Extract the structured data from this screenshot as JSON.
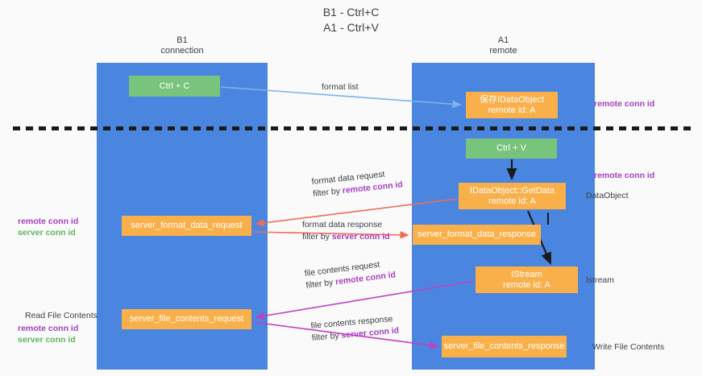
{
  "title": {
    "line1": "B1 - Ctrl+C",
    "line2": "A1 - Ctrl+V"
  },
  "lanes": [
    {
      "id": "b1",
      "name": "B1",
      "role": "connection"
    },
    {
      "id": "a1",
      "name": "A1",
      "role": "remote"
    }
  ],
  "boxes": {
    "ctrl_c": {
      "line1": "Ctrl + C",
      "line2": "",
      "color": "#78c47d"
    },
    "idataobject": {
      "line1": "保存IDataObject",
      "line2": "remote id: A",
      "color": "#fab04a"
    },
    "ctrl_v": {
      "line1": "Ctrl + V",
      "line2": "",
      "color": "#78c47d"
    },
    "getdata": {
      "line1": "IDataObject::GetData",
      "line2": "remote id: A",
      "color": "#fab04a"
    },
    "server_format_data_request": {
      "line1": "server_format_data_request",
      "line2": "",
      "color": "#fab04a"
    },
    "server_format_data_response": {
      "line1": "server_format_data_response",
      "line2": "",
      "color": "#fab04a"
    },
    "istream": {
      "line1": "IStream",
      "line2": "remote id: A",
      "color": "#fab04a"
    },
    "server_file_contents_request": {
      "line1": "server_file_contents_request",
      "line2": "",
      "color": "#fab04a"
    },
    "server_file_contents_response": {
      "line1": "server_file_contents_response",
      "line2": "",
      "color": "#fab04a"
    }
  },
  "edges": {
    "format_list": {
      "label": "format list",
      "color": "#7fb2ea"
    },
    "format_data_request": {
      "label": "format data request",
      "filter_prefix": "filter by ",
      "filter_id": "remote conn id",
      "color": "#ef6a5a"
    },
    "format_data_response": {
      "label": "format data response",
      "filter_prefix": "filter by ",
      "filter_id": "server conn id",
      "color": "#ef6a5a"
    },
    "file_contents_request": {
      "label": "file contents request",
      "filter_prefix": "filter by ",
      "filter_id": "remote conn id",
      "color": "#c33fc3"
    },
    "file_contents_response": {
      "label": "file contents response",
      "filter_prefix": "filter by ",
      "filter_id": "server conn id",
      "color": "#c33fc3"
    }
  },
  "annotations": {
    "right_remote_conn_id_top": "remote conn id",
    "right_remote_conn_id_mid": "remote conn id",
    "right_dataobject": "DataObject",
    "right_istream": "Istream",
    "right_write_file_contents": "Write File Contents",
    "left_remote_conn_id": "remote conn id",
    "left_server_conn_id": "server conn id",
    "left_read_file_contents": "Read File Contents",
    "left_remote_conn_id_2": "remote conn id",
    "left_server_conn_id_2": "server conn id"
  },
  "colors": {
    "lane": "#4a86e0",
    "green_box": "#78c47d",
    "orange_box": "#fab04a",
    "purple_id": "#a63fbf",
    "green_id": "#5cb85c",
    "red_arrow": "#ef6a5a",
    "magenta_arrow": "#c33fc3",
    "blue_arrow": "#7fb2ea",
    "black_arrow": "#1a1a1a",
    "background": "#fafafa"
  }
}
